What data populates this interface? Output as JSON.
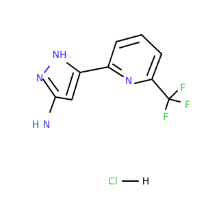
{
  "molecule": {
    "atoms": {
      "nh": "NH",
      "n_pyrazole": "N",
      "nh2_n": "N",
      "nh2_h": "H",
      "n_pyridine": "N",
      "f1": "F",
      "f2": "F",
      "f3": "F",
      "cl": "Cl",
      "h": "H"
    },
    "colors": {
      "nitrogen": "#3333ff",
      "fluorine": "#33cc33",
      "chlorine": "#33cc33",
      "bond": "#000000"
    }
  }
}
